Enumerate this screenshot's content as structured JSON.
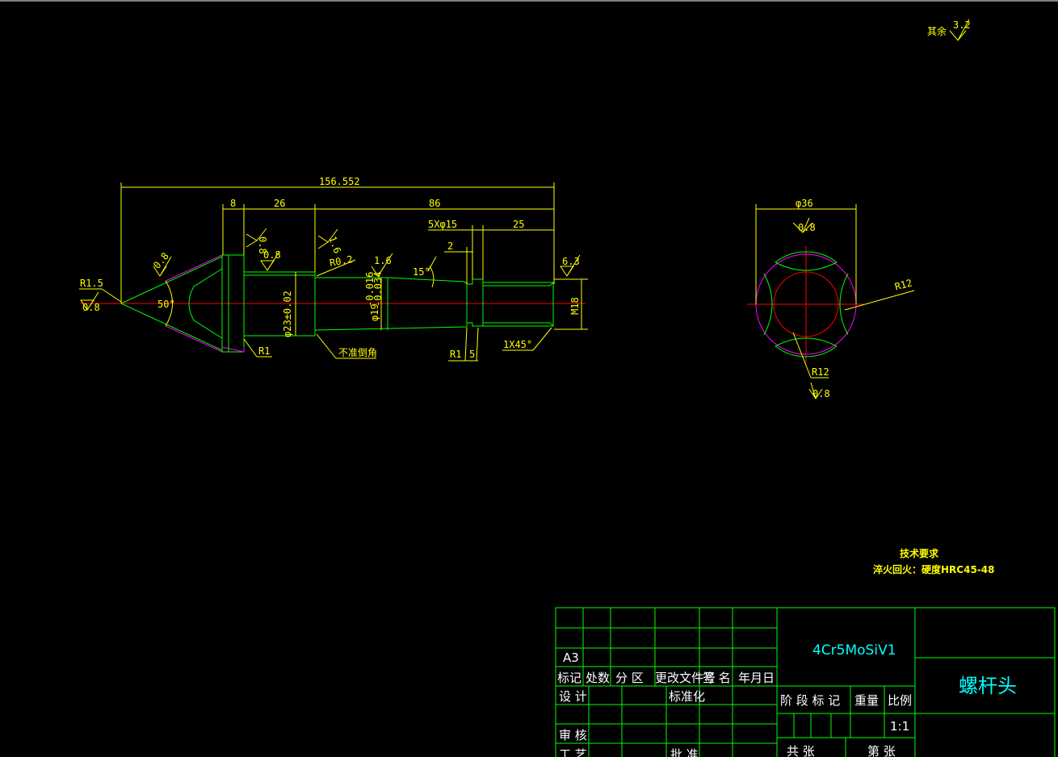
{
  "colors": {
    "dimension": "#ffff00",
    "outline": "#00ff00",
    "chamfer": "#ff00ff",
    "centerline": "#ff0000",
    "title_text": "#ffffff",
    "material_text": "#00ffff"
  },
  "corner_note": {
    "label": "其余",
    "roughness": "3.2"
  },
  "dims": {
    "total_length": "156.552",
    "d8": "8",
    "d26": "26",
    "d86": "86",
    "groove": "5Xφ15",
    "d25": "25",
    "d2": "2",
    "r15": "R1.5",
    "r15_rough": "0.8",
    "cone_rough": "0.8",
    "angle50": "50°",
    "flange_rough": "0.8",
    "shoulder_rough": "0.8",
    "rough16a": "1.6",
    "r02": "R0.2",
    "rough16b": "1.6",
    "angle15": "15°",
    "rough63": "6.3",
    "d23": "φ23±0.02",
    "d19": "φ19",
    "d19_tol_up": "-0.016",
    "d19_tol_lo": "-0.034",
    "m18": "M18",
    "r1": "R1",
    "no_chamfer": "不准倒角",
    "r1b": "R1",
    "five": "5",
    "chamfer": "1X45°"
  },
  "end_view": {
    "dia": "φ36",
    "dia_rough": "0.8",
    "r12a": "R12",
    "r12b": "R12",
    "r12b_rough": "0.8"
  },
  "tech_req": {
    "title": "技术要求",
    "line1": "淬火回火：硬度HRC45-48"
  },
  "title_block": {
    "sheet": "A3",
    "headers": [
      "标记",
      "处数",
      "分 区",
      "更改文件号",
      "签 名",
      "年月日"
    ],
    "design": "设 计",
    "standardize": "标准化",
    "review": "审 核",
    "process": "工 艺",
    "approve": "批 准",
    "material": "4Cr5MoSiV1",
    "stage_headers": [
      "阶 段 标 记",
      "重量",
      "比例"
    ],
    "scale": "1:1",
    "sheets_total": "共   张",
    "sheet_no": "第   张",
    "part_name": "螺杆头"
  }
}
